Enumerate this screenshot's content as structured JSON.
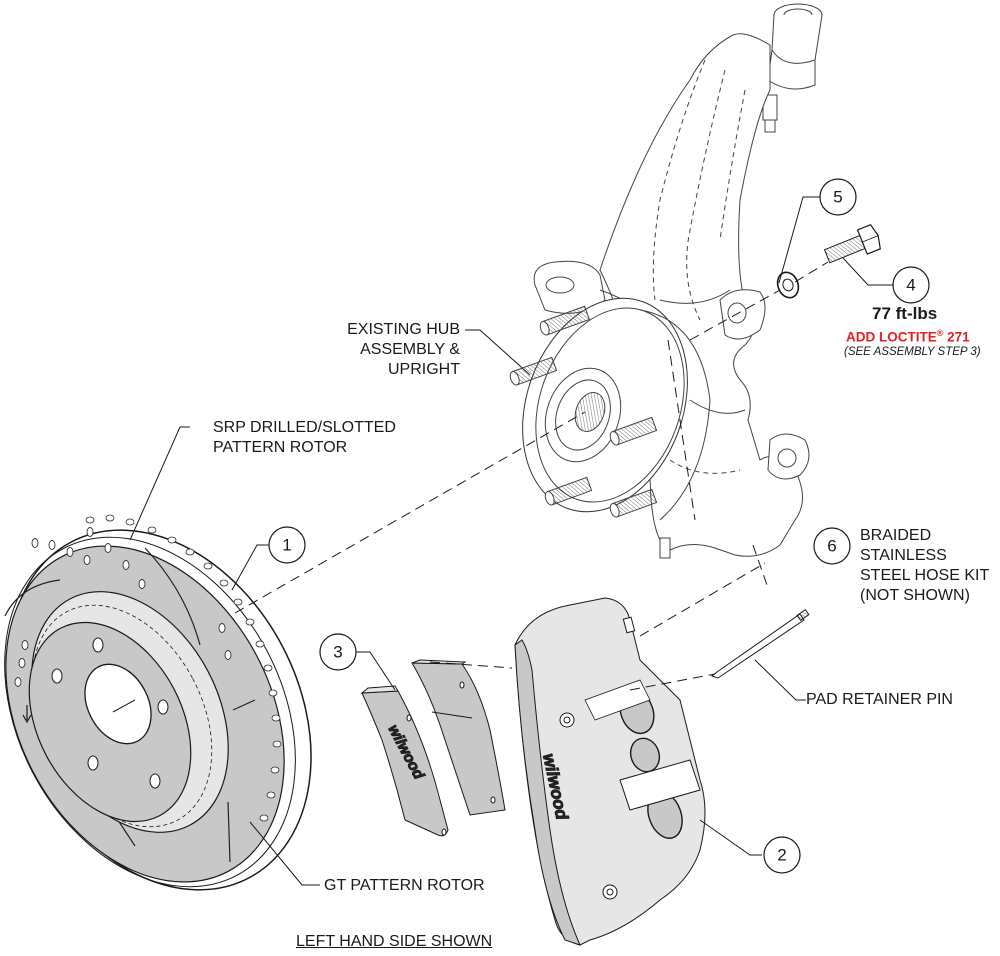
{
  "title": "Brake Kit Exploded Assembly Diagram",
  "colors": {
    "line": "#1a1a1a",
    "part_fill": "#c8c8c8",
    "part_fill_light": "#e6e6e6",
    "accent_red": "#e31e24"
  },
  "callouts": [
    {
      "number": "1",
      "part": "rotor"
    },
    {
      "number": "2",
      "part": "caliper"
    },
    {
      "number": "3",
      "part": "brake-pads"
    },
    {
      "number": "4",
      "part": "bolt"
    },
    {
      "number": "5",
      "part": "washer"
    },
    {
      "number": "6",
      "part": "hose-kit"
    }
  ],
  "labels": {
    "hub_line1": "EXISTING HUB",
    "hub_line2": "ASSEMBLY &",
    "hub_line3": "UPRIGHT",
    "srp_line1": "SRP DRILLED/SLOTTED",
    "srp_line2": "PATTERN ROTOR",
    "gt_rotor": "GT PATTERN ROTOR",
    "hose_line1": "BRAIDED",
    "hose_line2": "STAINLESS",
    "hose_line3": "STEEL HOSE KIT",
    "hose_line4": "(NOT SHOWN)",
    "pad_pin": "PAD RETAINER PIN",
    "torque": "77 ft-lbs",
    "loctite_prefix": "ADD LOCTITE",
    "loctite_mark": "®",
    "loctite_suffix": " 271",
    "assembly_note": "(SEE ASSEMBLY STEP 3)",
    "footer": "LEFT HAND SIDE SHOWN"
  },
  "brand": {
    "pad_logo": "wilwood",
    "caliper_logo": "wilwood"
  }
}
